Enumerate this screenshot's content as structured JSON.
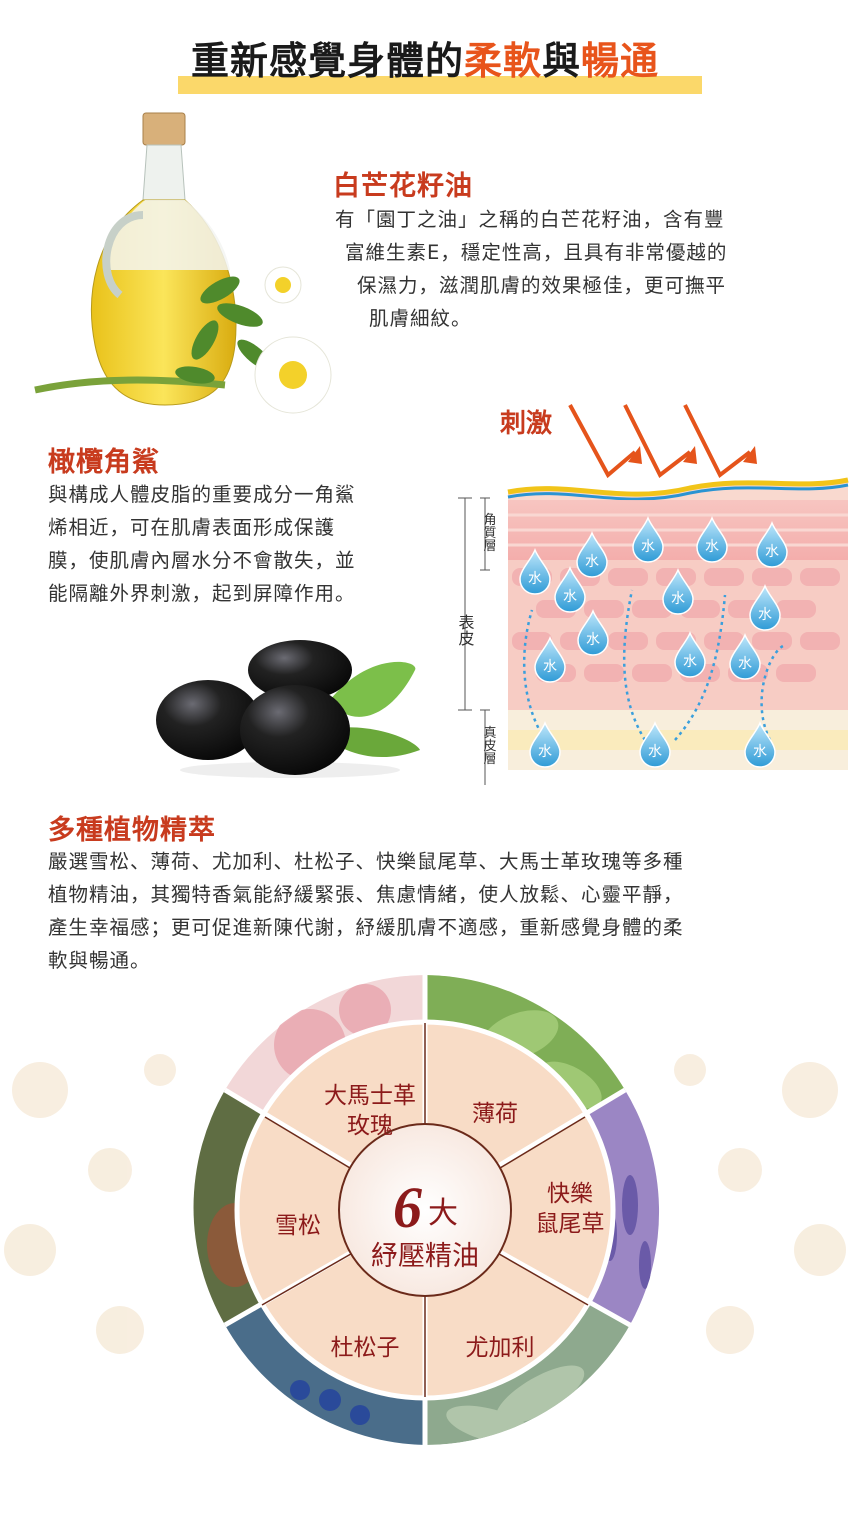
{
  "title": {
    "part1": "重新感覺身體的",
    "part2": "柔軟",
    "part3": "與",
    "part4": "暢通"
  },
  "oil": {
    "heading": "白芒花籽油",
    "lines": [
      "有「園丁之油」之稱的白芒花籽油，含有豐",
      "富維生素E，穩定性高，且具有非常優越的",
      "保濕力，滋潤肌膚的效果極佳，更可撫平",
      "肌膚細紋。"
    ]
  },
  "squalene": {
    "heading": "橄欖角鯊",
    "lines": [
      "與構成人體皮脂的重要成分一角鯊",
      "烯相近，可在肌膚表面形成保護",
      "膜，使肌膚內層水分不會散失，並",
      "能隔離外界刺激，起到屏障作用。"
    ]
  },
  "skin": {
    "stimulus": "刺激",
    "stratum": "角質層",
    "epidermis": "表皮",
    "dermis": "真皮層",
    "water": "水"
  },
  "plants": {
    "heading": "多種植物精萃",
    "lines": [
      "嚴選雪松、薄荷、尤加利、杜松子、快樂鼠尾草、大馬士革玫瑰等多種",
      "植物精油，其獨特香氣能紓緩緊張、焦慮情緒，使人放鬆、心靈平靜，",
      "產生幸福感；更可促進新陳代謝，紓緩肌膚不適感，重新感覺身體的柔",
      "軟與暢通。"
    ]
  },
  "wheel": {
    "center_num": "6",
    "center_big": "大",
    "center_sub": "紓壓精油",
    "rose_l1": "大馬士革",
    "rose_l2": "玫瑰",
    "mint": "薄荷",
    "sage_l1": "快樂",
    "sage_l2": "鼠尾草",
    "eucalyptus": "尤加利",
    "juniper": "杜松子",
    "cedar": "雪松"
  },
  "colors": {
    "accent": "#c83b1e",
    "orange": "#e8541b",
    "highlight": "#fbd86a",
    "water": "#3aa6dc"
  }
}
